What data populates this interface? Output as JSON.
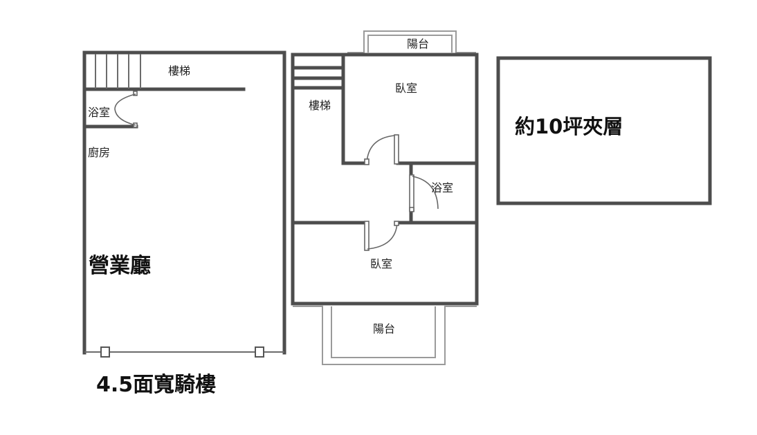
{
  "floor1": {
    "stairs_label": "樓梯",
    "bath_label": "浴室",
    "kitchen_label": "廚房",
    "hall_label": "營業廳"
  },
  "floor2": {
    "top_balcony_label": "陽台",
    "stairs_label": "樓梯",
    "bedroom_top_label": "臥室",
    "bath_label": "浴室",
    "bedroom_bottom_label": "臥室",
    "bottom_balcony_label": "陽台"
  },
  "mezzanine": {
    "label": "約10坪夾層"
  },
  "caption": "4.5面寬騎樓"
}
